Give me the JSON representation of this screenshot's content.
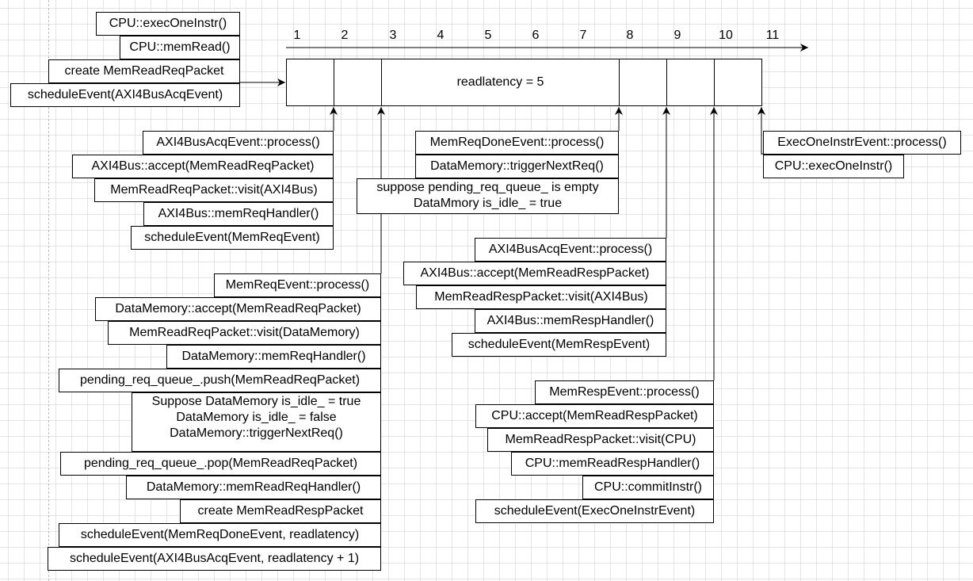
{
  "timeline": {
    "ticks": [
      "1",
      "2",
      "3",
      "4",
      "5",
      "6",
      "7",
      "8",
      "9",
      "10",
      "11"
    ],
    "bar_label": "readlatency = 5"
  },
  "groups": {
    "cpu_issue": [
      "CPU::execOneInstr()",
      "CPU::memRead()",
      "create MemReadReqPacket",
      "scheduleEvent(AXI4BusAcqEvent)"
    ],
    "bus_req": [
      "AXI4BusAcqEvent::process()",
      "AXI4Bus::accept(MemReadReqPacket)",
      "MemReadReqPacket::visit(AXI4Bus)",
      "AXI4Bus::memReqHandler()",
      "scheduleEvent(MemReqEvent)"
    ],
    "mem_req": [
      "MemReqEvent::process()",
      "DataMemory::accept(MemReadReqPacket)",
      "MemReadReqPacket::visit(DataMemory)",
      "DataMemory::memReqHandler()",
      "pending_req_queue_.push(MemReadReqPacket)"
    ],
    "mem_idle": [
      "Suppose DataMemory is_idle_ = true",
      "DataMemory is_idle_ = false",
      "DataMemory::triggerNextReq()"
    ],
    "mem_tail": [
      "pending_req_queue_.pop(MemReadReqPacket)",
      "DataMemory::memReadReqHandler()",
      "create MemReadRespPacket",
      "scheduleEvent(MemReqDoneEvent, readlatency)",
      "scheduleEvent(AXI4BusAcqEvent, readlatency + 1)"
    ],
    "mem_done": [
      "MemReqDoneEvent::process()",
      "DataMemory::triggerNextReq()"
    ],
    "mem_done_note": [
      "suppose pending_req_queue_ is empty",
      "DataMmory is_idle_ = true"
    ],
    "bus_resp": [
      "AXI4BusAcqEvent::process()",
      "AXI4Bus::accept(MemReadRespPacket)",
      "MemReadRespPacket::visit(AXI4Bus)",
      "AXI4Bus::memRespHandler()",
      "scheduleEvent(MemRespEvent)"
    ],
    "cpu_resp": [
      "MemRespEvent::process()",
      "CPU::accept(MemReadRespPacket)",
      "MemReadRespPacket::visit(CPU)",
      "CPU::memReadRespHandler()",
      "CPU::commitInstr()",
      "scheduleEvent(ExecOneInstrEvent)"
    ],
    "next_instr": [
      "ExecOneInstrEvent::process()",
      "CPU::execOneInstr()"
    ]
  }
}
